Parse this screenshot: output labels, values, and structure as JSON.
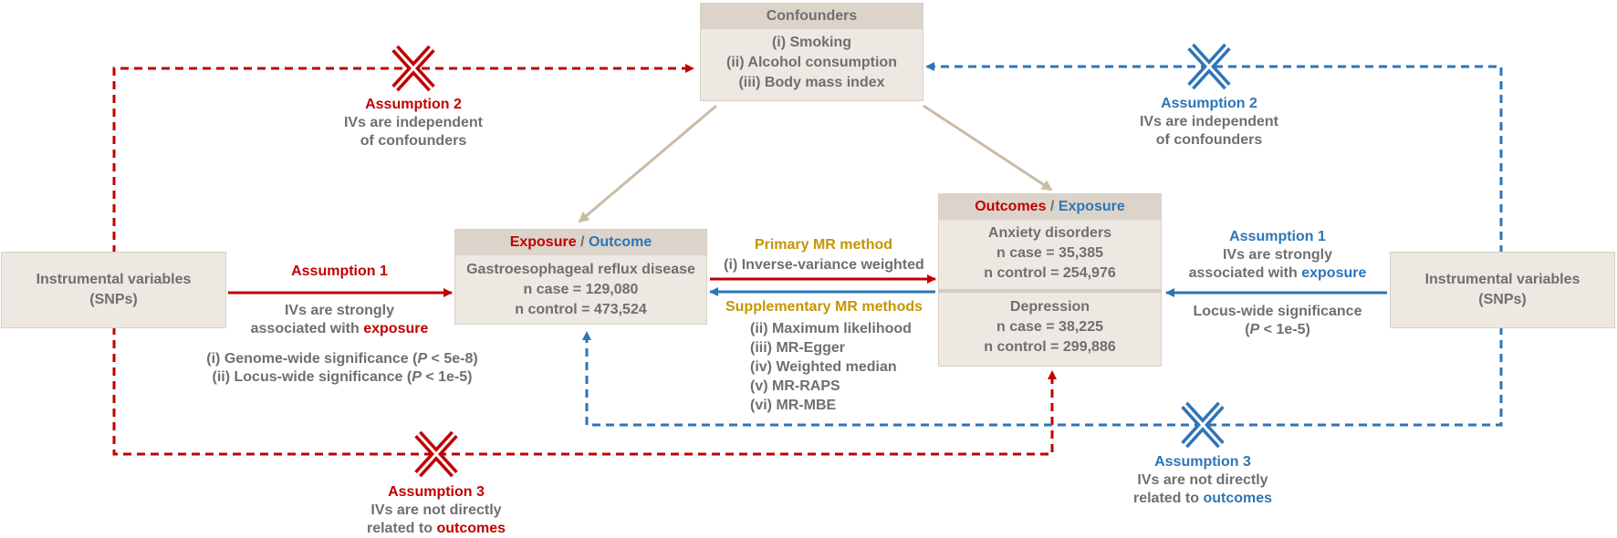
{
  "confounders": {
    "title": "Confounders",
    "items": [
      "(i) Smoking",
      "(ii) Alcohol consumption",
      "(iii) Body mass index"
    ]
  },
  "exposure_box": {
    "title_red": "Exposure",
    "title_sep": " / ",
    "title_blue": "Outcome",
    "lines": [
      "Gastroesophageal reflux disease",
      "n case = 129,080",
      "n control = 473,524"
    ]
  },
  "outcomes_box": {
    "title_red": "Outcomes",
    "title_sep": " / ",
    "title_blue": "Exposure",
    "anxiety": [
      "Anxiety disorders",
      "n case = 35,385",
      "n control = 254,976"
    ],
    "depression": [
      "Depression",
      "n case = 38,225",
      "n control = 299,886"
    ]
  },
  "iv_left": [
    "Instrumental variables",
    "(SNPs)"
  ],
  "iv_right": [
    "Instrumental variables",
    "(SNPs)"
  ],
  "left_assumption1": {
    "title": "Assumption 1",
    "line1": "IVs are strongly",
    "line2_pre": "associated with ",
    "line2_em": "exposure",
    "gws_pre": "(i) Genome-wide significance (",
    "gws_p": "P",
    "gws_post": " < 5e-8)",
    "lws_pre": "(ii) Locus-wide significance (",
    "lws_p": "P",
    "lws_post": " < 1e-5)"
  },
  "right_assumption1": {
    "title": "Assumption 1",
    "line1": "IVs are strongly",
    "line2_pre": "associated with ",
    "line2_em": "exposure",
    "lws_title": "Locus-wide significance",
    "lws_pre": "(",
    "lws_p": "P",
    "lws_post": " < 1e-5)"
  },
  "left_assumption2": {
    "title": "Assumption 2",
    "lines": [
      "IVs are independent",
      "of confounders"
    ]
  },
  "right_assumption2": {
    "title": "Assumption 2",
    "lines": [
      "IVs are independent",
      "of confounders"
    ]
  },
  "left_assumption3": {
    "title": "Assumption 3",
    "line1": "IVs are not directly",
    "line2_pre": "related to ",
    "line2_em": "outcomes"
  },
  "right_assumption3": {
    "title": "Assumption 3",
    "line1": "IVs are not directly",
    "line2_pre": "related to ",
    "line2_em": "outcomes"
  },
  "methods": {
    "primary_title": "Primary MR method",
    "primary": "(i) Inverse-variance weighted",
    "supplementary_title": "Supplementary MR methods",
    "supplementary": [
      "(ii) Maximum likelihood",
      "(iii) MR-Egger",
      "(iv) Weighted median",
      "(v) MR-RAPS",
      "(vi) MR-MBE"
    ]
  },
  "colors": {
    "red": "#c00000",
    "blue": "#2e75b6",
    "gold": "#c49500",
    "tan": "#cbbba6",
    "box": "#ede8e1"
  }
}
